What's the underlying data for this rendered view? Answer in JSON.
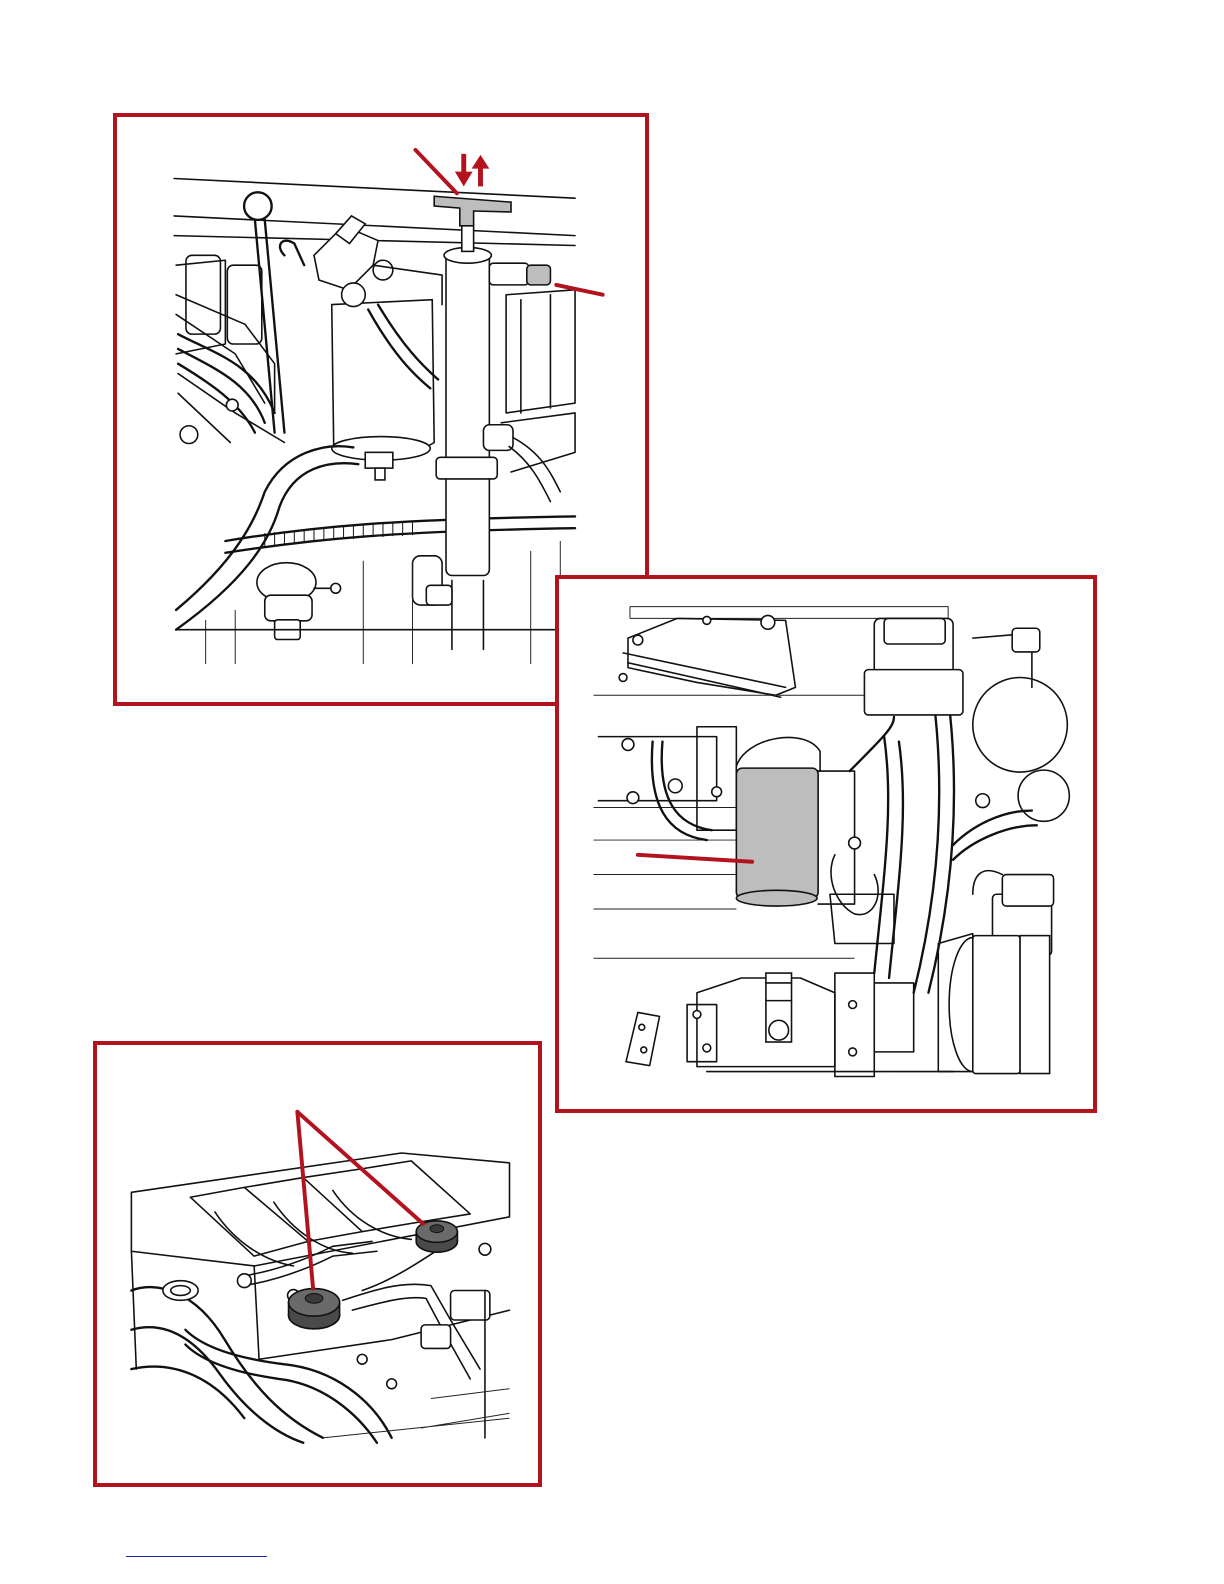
{
  "colors": {
    "frame_border": "#b3121f",
    "leader_line": "#b3121f",
    "highlight_gray": "#bdbdbd",
    "cap_dark": "#4a4a4a",
    "footer_rule": "#1a2aa8"
  },
  "figures": [
    {
      "id": "fuel-primer-pump",
      "callouts": 2,
      "icon": "up-down-arrows-icon"
    },
    {
      "id": "oil-filter",
      "callouts": 1
    },
    {
      "id": "oil-fill-caps",
      "callouts": 2
    }
  ]
}
